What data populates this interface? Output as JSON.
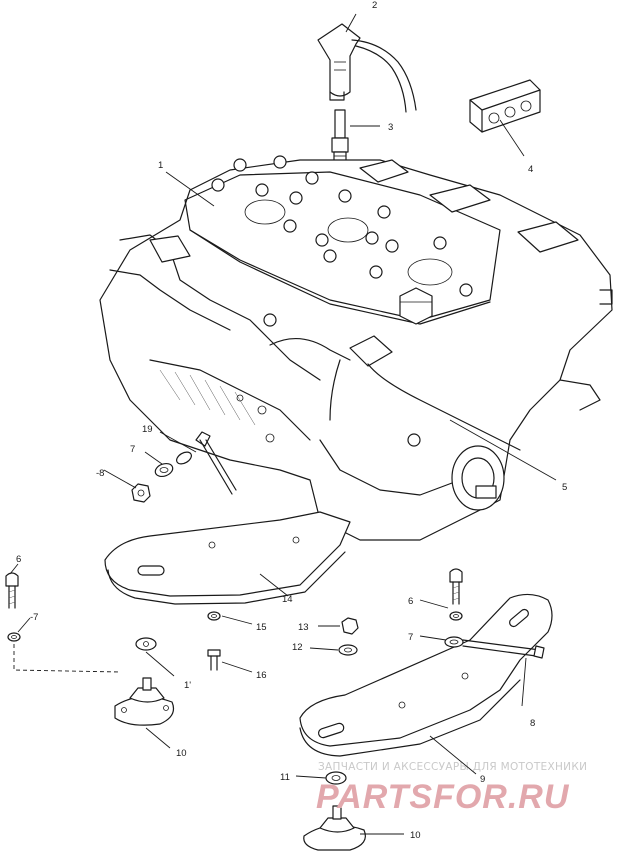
{
  "diagram": {
    "callouts": [
      {
        "id": "c1",
        "label": "1"
      },
      {
        "id": "c2",
        "label": "2"
      },
      {
        "id": "c3",
        "label": "3"
      },
      {
        "id": "c4",
        "label": "4"
      },
      {
        "id": "c5",
        "label": "5"
      },
      {
        "id": "c6a",
        "label": "6"
      },
      {
        "id": "c6b",
        "label": "6"
      },
      {
        "id": "c7a",
        "label": "7"
      },
      {
        "id": "c7b",
        "label": "-7"
      },
      {
        "id": "c7c",
        "label": "7"
      },
      {
        "id": "c8a",
        "label": "-8"
      },
      {
        "id": "c8b",
        "label": "8"
      },
      {
        "id": "c9",
        "label": "9"
      },
      {
        "id": "c10a",
        "label": "10"
      },
      {
        "id": "c10b",
        "label": "10"
      },
      {
        "id": "c11a",
        "label": "1'"
      },
      {
        "id": "c11b",
        "label": "11"
      },
      {
        "id": "c12",
        "label": "12"
      },
      {
        "id": "c13",
        "label": "13"
      },
      {
        "id": "c14",
        "label": "14"
      },
      {
        "id": "c15",
        "label": "15"
      },
      {
        "id": "c16",
        "label": "16"
      },
      {
        "id": "c19",
        "label": "19"
      }
    ]
  },
  "watermark": {
    "caption": "ЗАПЧАСТИ И АКСЕССУАРЫ ДЛЯ МОТОТЕХНИКИ",
    "brand": "PARTSFOR.RU",
    "color": "#e2a8ad"
  }
}
